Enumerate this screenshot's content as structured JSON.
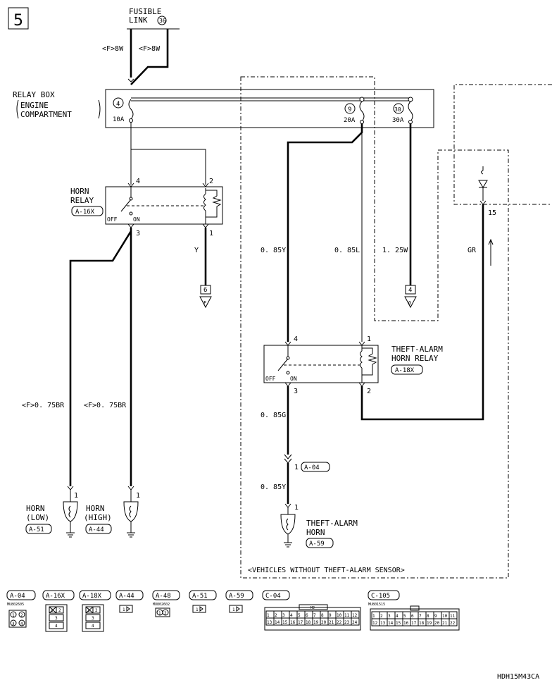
{
  "page": {
    "number": "5",
    "code": "HDH15M43CA"
  },
  "fusible_link": {
    "line1": "FUSIBLE",
    "line2": "LINK",
    "num": "36"
  },
  "relay_box": {
    "label": "RELAY BOX",
    "sub1": "ENGINE",
    "sub2": "COMPARTMENT",
    "fuses": [
      {
        "num": "4",
        "amp": "10A"
      },
      {
        "num": "9",
        "amp": "20A"
      },
      {
        "num": "30",
        "amp": "30A"
      }
    ]
  },
  "horn_relay": {
    "line1": "HORN",
    "line2": "RELAY",
    "connector": "A-16X",
    "pins": {
      "p4": "4",
      "p2": "2",
      "p3": "3",
      "p1": "1"
    },
    "off": "OFF",
    "on": "ON"
  },
  "theft_relay": {
    "line1": "THEFT-ALARM",
    "line2": "HORN RELAY",
    "connector": "A-18X",
    "pins": {
      "p4": "4",
      "p1": "1",
      "p3": "3",
      "p2": "2"
    },
    "off": "OFF",
    "on": "ON"
  },
  "wires": {
    "fl_left": "<F>8W",
    "fl_right": "<F>8W",
    "y": "Y",
    "w085y": "0. 85Y",
    "w085l": "0. 85L",
    "w125w": "1. 25W",
    "gr": "GR",
    "horn_low": "<F>0. 75BR",
    "horn_high": "<F>0. 75BR",
    "w085g": "0. 85G",
    "w085y2": "0. 85Y"
  },
  "grounds": {
    "g1_num": "6",
    "g1_letter": "F",
    "g2_num": "4",
    "g2_letter": "G"
  },
  "terminal_15": "15",
  "a04_junction": {
    "pin": "1",
    "connector": "A-04"
  },
  "horn_low": {
    "pin": "1",
    "line1": "HORN",
    "line2": "(LOW)",
    "connector": "A-51"
  },
  "horn_high": {
    "pin": "1",
    "line1": "HORN",
    "line2": "(HIGH)",
    "connector": "A-44"
  },
  "theft_horn": {
    "pin": "1",
    "line1": "THEFT-ALARM",
    "line2": "HORN",
    "connector": "A-59"
  },
  "note": "<VEHICLES WITHOUT THEFT-ALARM SENSOR>",
  "connectors": [
    {
      "id": "A-04",
      "part": "MU802605",
      "pins": [
        "1",
        "2",
        "3",
        "4"
      ]
    },
    {
      "id": "A-16X",
      "part": "",
      "pins": [
        "1",
        "2",
        "3",
        "4"
      ]
    },
    {
      "id": "A-18X",
      "part": "",
      "pins": [
        "1",
        "2",
        "3",
        "4"
      ]
    },
    {
      "id": "A-44",
      "part": "",
      "pins": [
        "1"
      ]
    },
    {
      "id": "A-48",
      "part": "MU802602",
      "pins": [
        "1",
        "2"
      ]
    },
    {
      "id": "A-51",
      "part": "",
      "pins": [
        "1"
      ]
    },
    {
      "id": "A-59",
      "part": "",
      "pins": [
        "1"
      ]
    },
    {
      "id": "C-04",
      "part": "",
      "pins": [
        "1",
        "2",
        "3",
        "4",
        "5",
        "6",
        "7",
        "8",
        "9",
        "10",
        "11",
        "12",
        "13",
        "14",
        "15",
        "16",
        "17",
        "18",
        "19",
        "20",
        "21",
        "22",
        "23",
        "24"
      ]
    },
    {
      "id": "C-105",
      "part": "MU801515",
      "pins": [
        "1",
        "2",
        "3",
        "4",
        "5",
        "6",
        "7",
        "8",
        "9",
        "10",
        "11",
        "12",
        "13",
        "14",
        "15",
        "16",
        "17",
        "18",
        "19",
        "20",
        "21",
        "22"
      ]
    }
  ],
  "c04_mj": "MJ"
}
